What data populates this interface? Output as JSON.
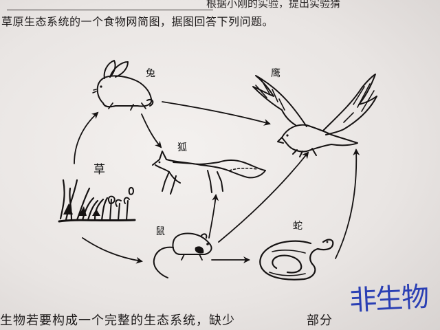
{
  "text": {
    "top_line": "根据小刚的实验，提出实验猜",
    "question_intro": "草原生态系统的一个食物网简图，据图回答下列问题。",
    "question_bottom": "生物若要构成一个完整的生态系统，缺少",
    "question_bottom_tail": "部分",
    "handwritten_answer": "非生物"
  },
  "diagram": {
    "nodes": [
      {
        "id": "grass",
        "label": "草"
      },
      {
        "id": "rabbit",
        "label": "兔"
      },
      {
        "id": "fox",
        "label": "狐"
      },
      {
        "id": "eagle",
        "label": "鹰"
      },
      {
        "id": "mouse",
        "label": "鼠"
      },
      {
        "id": "snake",
        "label": "蛇"
      }
    ],
    "edges": [
      {
        "from": "grass",
        "to": "rabbit"
      },
      {
        "from": "grass",
        "to": "mouse"
      },
      {
        "from": "rabbit",
        "to": "fox"
      },
      {
        "from": "rabbit",
        "to": "eagle"
      },
      {
        "from": "mouse",
        "to": "fox"
      },
      {
        "from": "mouse",
        "to": "eagle"
      },
      {
        "from": "mouse",
        "to": "snake"
      },
      {
        "from": "snake",
        "to": "eagle"
      }
    ]
  }
}
